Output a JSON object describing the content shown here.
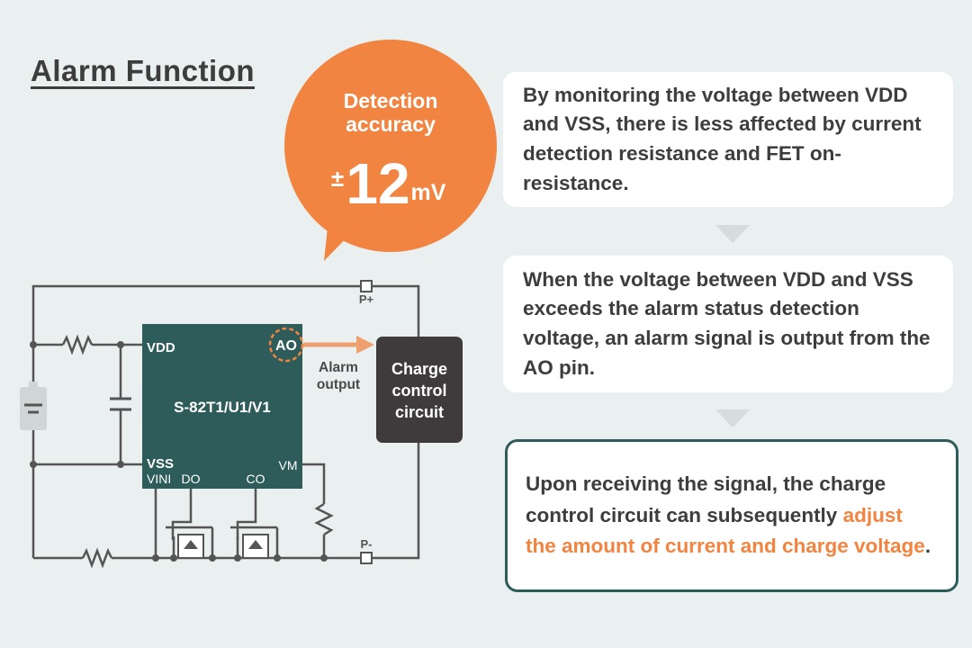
{
  "title": "Alarm Function",
  "bubble": {
    "label_line1": "Detection",
    "label_line2": "accuracy",
    "pm": "±",
    "value": "12",
    "unit": "mV"
  },
  "circuit": {
    "ic_name": "S-82T1/U1/V1",
    "pins": {
      "vdd": "VDD",
      "ao": "AO",
      "vss": "VSS",
      "vini": "VINI",
      "do": "DO",
      "co": "CO",
      "vm": "VM"
    },
    "terminals": {
      "p_plus": "P+",
      "p_minus": "P-"
    },
    "alarm_line1": "Alarm",
    "alarm_line2": "output",
    "ccc_line1": "Charge",
    "ccc_line2": "control",
    "ccc_line3": "circuit"
  },
  "cards": [
    {
      "text": "By monitoring the voltage between VDD and VSS, there is less affected by current detection resistance and FET on-resistance."
    },
    {
      "text": "When the voltage between VDD and VSS exceeds the alarm status detection voltage, an alarm signal is output from the AO pin."
    },
    {
      "text_before": "Upon receiving the signal, the charge control circuit can subsequently ",
      "highlight": "adjust the amount of current and charge voltage",
      "text_after": "."
    }
  ],
  "colors": {
    "accent_orange": "#f08440",
    "ic_teal": "#2e5c5b",
    "dark_box": "#3f3a3b",
    "wire": "#555555",
    "background": "#e9f0ef"
  }
}
